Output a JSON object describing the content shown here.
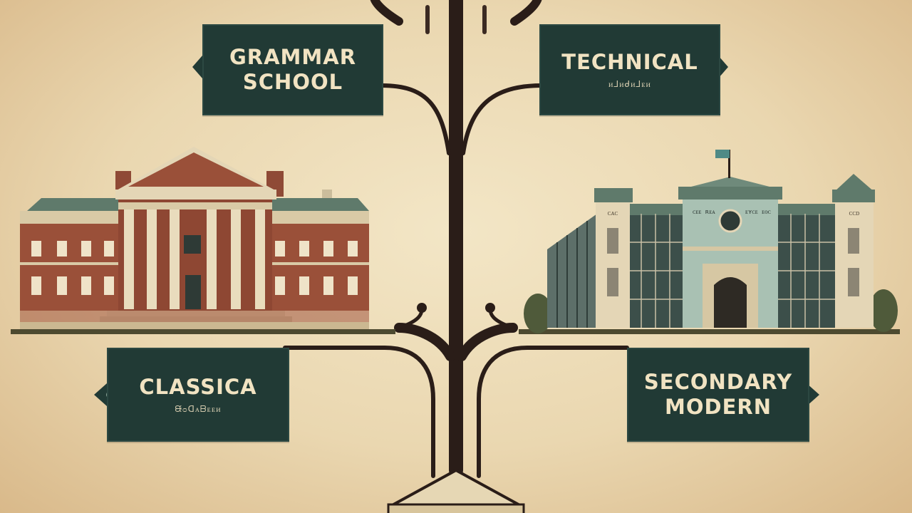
{
  "signs": {
    "grammar_school": {
      "title": "GRAMMAR\nSCHOOL"
    },
    "technical": {
      "title": "TECHNICAL",
      "subtitle": "ᴎ⅃ᴎᑯᴎ⅃ᴇᴎ"
    },
    "classica": {
      "title": "CLASSICA",
      "subtitle": "ᙠᴑᗡᴀᗷᴇᴇᴎ"
    },
    "secondary_modern": {
      "title": "SECONDARY\nMODERN"
    }
  },
  "buildings": {
    "classical": {
      "left_plaque": "",
      "right_plaque": ""
    },
    "technical": {
      "left_plaque": "ᴄᴀᴄ",
      "right_plaque": "ᴄᴄᴅ",
      "center_left": "ᴄᴇᴇ ʀᴇᴀ",
      "center_right": "ᴇʏᴄᴇ ᴇᴏᴄ"
    }
  },
  "colors": {
    "background": "#efe0bd",
    "sign": "#213a35",
    "sign_text": "#f1e3c2",
    "trunk": "#2a1d18",
    "brick": "#9a5039",
    "stone": "#e4d6b6",
    "roof": "#5f7a6b",
    "glass": "#3c4f4a"
  }
}
